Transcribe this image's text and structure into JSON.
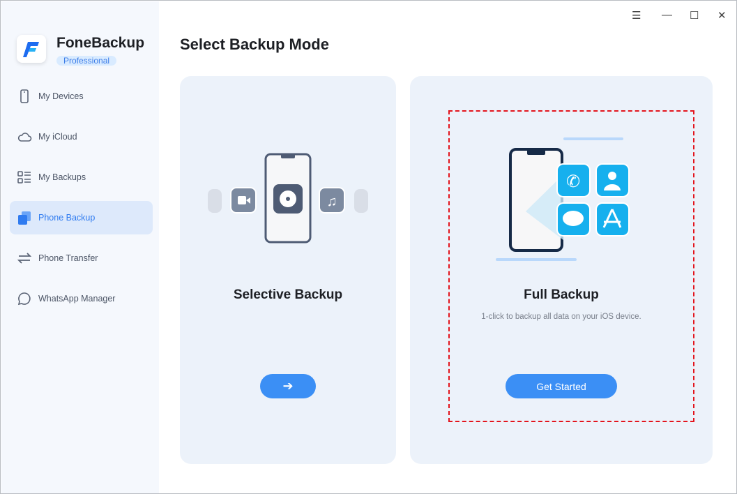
{
  "app": {
    "name": "FoneBackup",
    "edition": "Professional"
  },
  "sidebar": {
    "items": [
      {
        "label": "My Devices",
        "icon": "phone-icon"
      },
      {
        "label": "My iCloud",
        "icon": "cloud-icon"
      },
      {
        "label": "My Backups",
        "icon": "list-icon"
      },
      {
        "label": "Phone Backup",
        "icon": "backup-icon",
        "active": true
      },
      {
        "label": "Phone Transfer",
        "icon": "transfer-icon"
      },
      {
        "label": "WhatsApp Manager",
        "icon": "chat-icon"
      }
    ]
  },
  "main": {
    "title": "Select Backup Mode",
    "selective": {
      "title": "Selective Backup",
      "button": "➔"
    },
    "full": {
      "title": "Full Backup",
      "description": "1-click to backup all data on your iOS device.",
      "button": "Get Started"
    }
  },
  "colors": {
    "accent": "#3b8ff5",
    "highlight": "#e3141c"
  }
}
